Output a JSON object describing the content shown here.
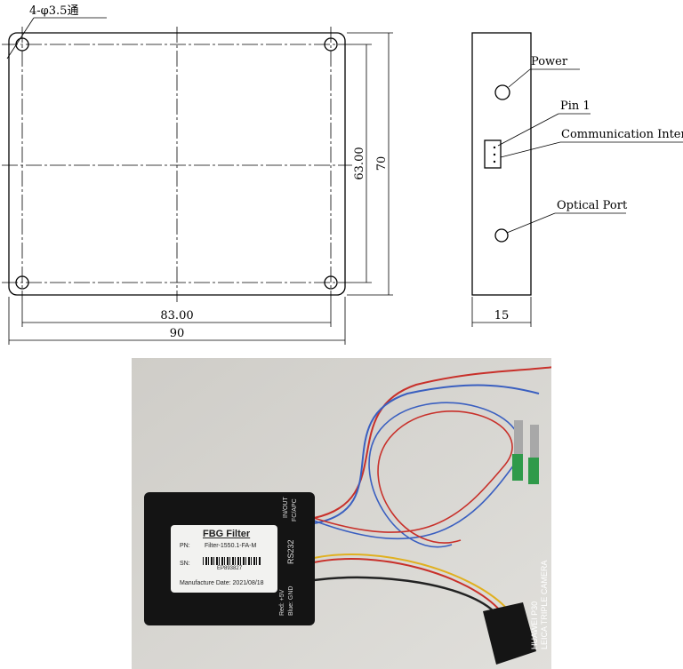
{
  "drawing": {
    "hole_callout": "4-φ3.5通",
    "dims": {
      "inner_height": "63.00",
      "outer_height": "70",
      "inner_width": "83.00",
      "outer_width": "90",
      "depth": "15"
    },
    "side_labels": {
      "power": "Power",
      "pin1": "Pin 1",
      "comm": "Communication Interface",
      "optical": "Optical Port"
    }
  },
  "photo": {
    "label_title": "FBG Filter",
    "pn_label": "PN:",
    "pn_value": "Filter-1550.1-FA-M",
    "sn_label": "SN:",
    "sn_value": "EP893827",
    "mfg": "Manufacture Date: 2021/08/18",
    "port_inout": "IN/OUT",
    "port_fc": "FC/APC",
    "rs232": "RS232",
    "power1": "Red: +5V",
    "power2": "Blue: GND",
    "watermark1": "HUAWEI P30",
    "watermark2": "LEICA TRIPLE CAMERA"
  }
}
